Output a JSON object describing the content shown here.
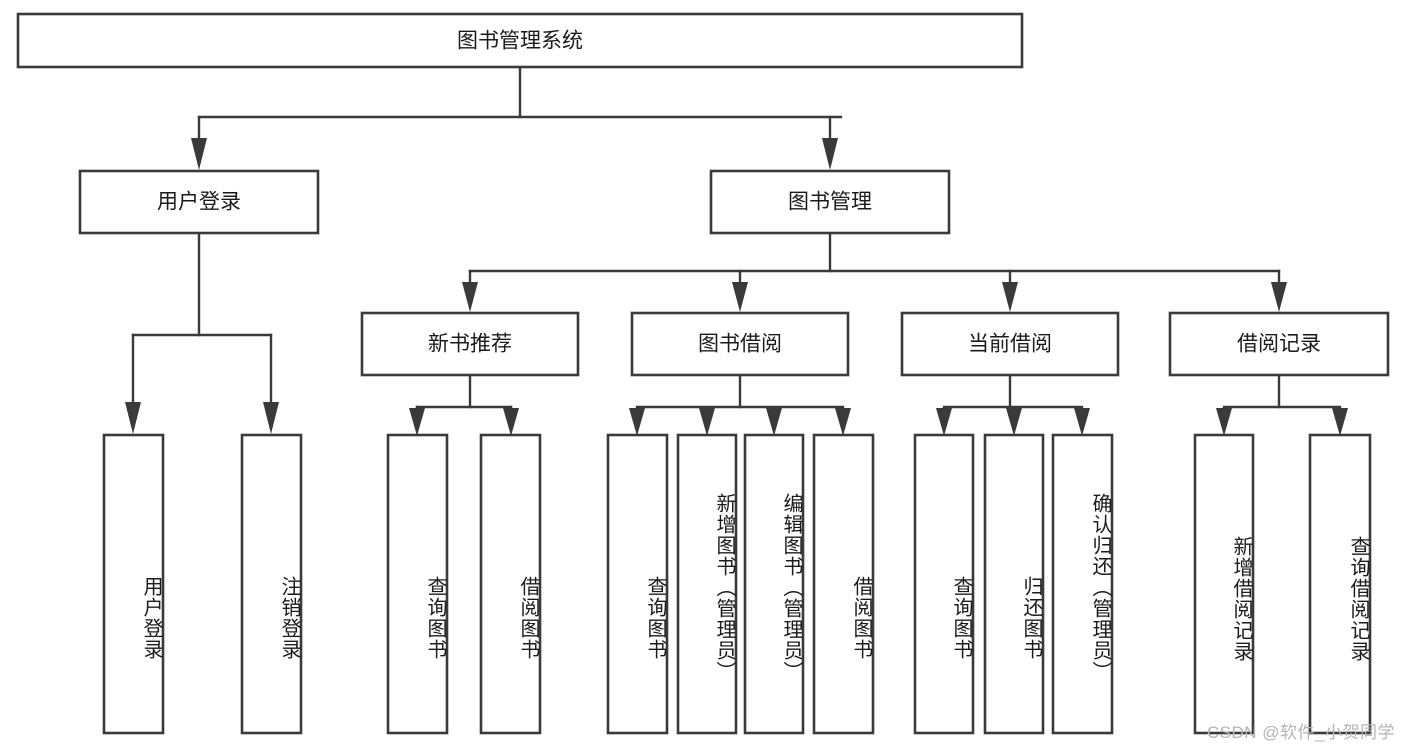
{
  "diagram": {
    "title": "图书管理系统",
    "type": "tree-hierarchy-diagram",
    "orientation": "top-down",
    "colors": {
      "box_stroke": "#3a3a3a",
      "box_fill": "#ffffff",
      "connector": "#3a3a3a",
      "text": "#1b1b1b",
      "background": "#ffffff",
      "watermark": "#b4b4b4"
    },
    "levels": {
      "root": [
        "图书管理系统"
      ],
      "level2": [
        "用户登录",
        "图书管理"
      ],
      "level3": [
        "新书推荐",
        "图书借阅",
        "当前借阅",
        "借阅记录"
      ],
      "level4": [
        "用户登录",
        "注销登录",
        "查询图书",
        "借阅图书",
        "查询图书",
        "新增图书（管理员）",
        "编辑图书（管理员）",
        "借阅图书",
        "查询图书",
        "归还图书",
        "确认归还（管理员）",
        "新增借阅记录",
        "查询借阅记录"
      ]
    },
    "nodes": {
      "root": {
        "label": "图书管理系统"
      },
      "user_login": {
        "label": "用户登录"
      },
      "book_manage": {
        "label": "图书管理"
      },
      "new_book_rec": {
        "label": "新书推荐"
      },
      "book_borrow": {
        "label": "图书借阅"
      },
      "current_borrow": {
        "label": "当前借阅"
      },
      "borrow_record": {
        "label": "借阅记录"
      },
      "leaf_user_login": {
        "label": "用户登录"
      },
      "leaf_logout": {
        "label": "注销登录"
      },
      "leaf_query_book_a": {
        "label": "查询图书"
      },
      "leaf_borrow_book_a": {
        "label": "借阅图书"
      },
      "leaf_query_book_b": {
        "label": "查询图书"
      },
      "leaf_add_book": {
        "label": "新增图书（管理员）"
      },
      "leaf_edit_book": {
        "label": "编辑图书（管理员）"
      },
      "leaf_borrow_book_b": {
        "label": "借阅图书"
      },
      "leaf_query_book_c": {
        "label": "查询图书"
      },
      "leaf_return_book": {
        "label": "归还图书"
      },
      "leaf_confirm_return": {
        "label": "确认归还（管理员）"
      },
      "leaf_add_record": {
        "label": "新增借阅记录"
      },
      "leaf_query_record": {
        "label": "查询借阅记录"
      }
    },
    "edges": [
      {
        "from": "图书管理系统",
        "to": "用户登录"
      },
      {
        "from": "图书管理系统",
        "to": "图书管理"
      },
      {
        "from": "用户登录",
        "to": "用户登录"
      },
      {
        "from": "用户登录",
        "to": "注销登录"
      },
      {
        "from": "图书管理",
        "to": "新书推荐"
      },
      {
        "from": "图书管理",
        "to": "图书借阅"
      },
      {
        "from": "图书管理",
        "to": "当前借阅"
      },
      {
        "from": "图书管理",
        "to": "借阅记录"
      },
      {
        "from": "新书推荐",
        "to": "查询图书"
      },
      {
        "from": "新书推荐",
        "to": "借阅图书"
      },
      {
        "from": "图书借阅",
        "to": "查询图书"
      },
      {
        "from": "图书借阅",
        "to": "新增图书（管理员）"
      },
      {
        "from": "图书借阅",
        "to": "编辑图书（管理员）"
      },
      {
        "from": "图书借阅",
        "to": "借阅图书"
      },
      {
        "from": "当前借阅",
        "to": "查询图书"
      },
      {
        "from": "当前借阅",
        "to": "归还图书"
      },
      {
        "from": "当前借阅",
        "to": "确认归还（管理员）"
      },
      {
        "from": "借阅记录",
        "to": "新增借阅记录"
      },
      {
        "from": "借阅记录",
        "to": "查询借阅记录"
      }
    ]
  },
  "watermark": {
    "text": "CSDN @软件_小贺同学"
  }
}
